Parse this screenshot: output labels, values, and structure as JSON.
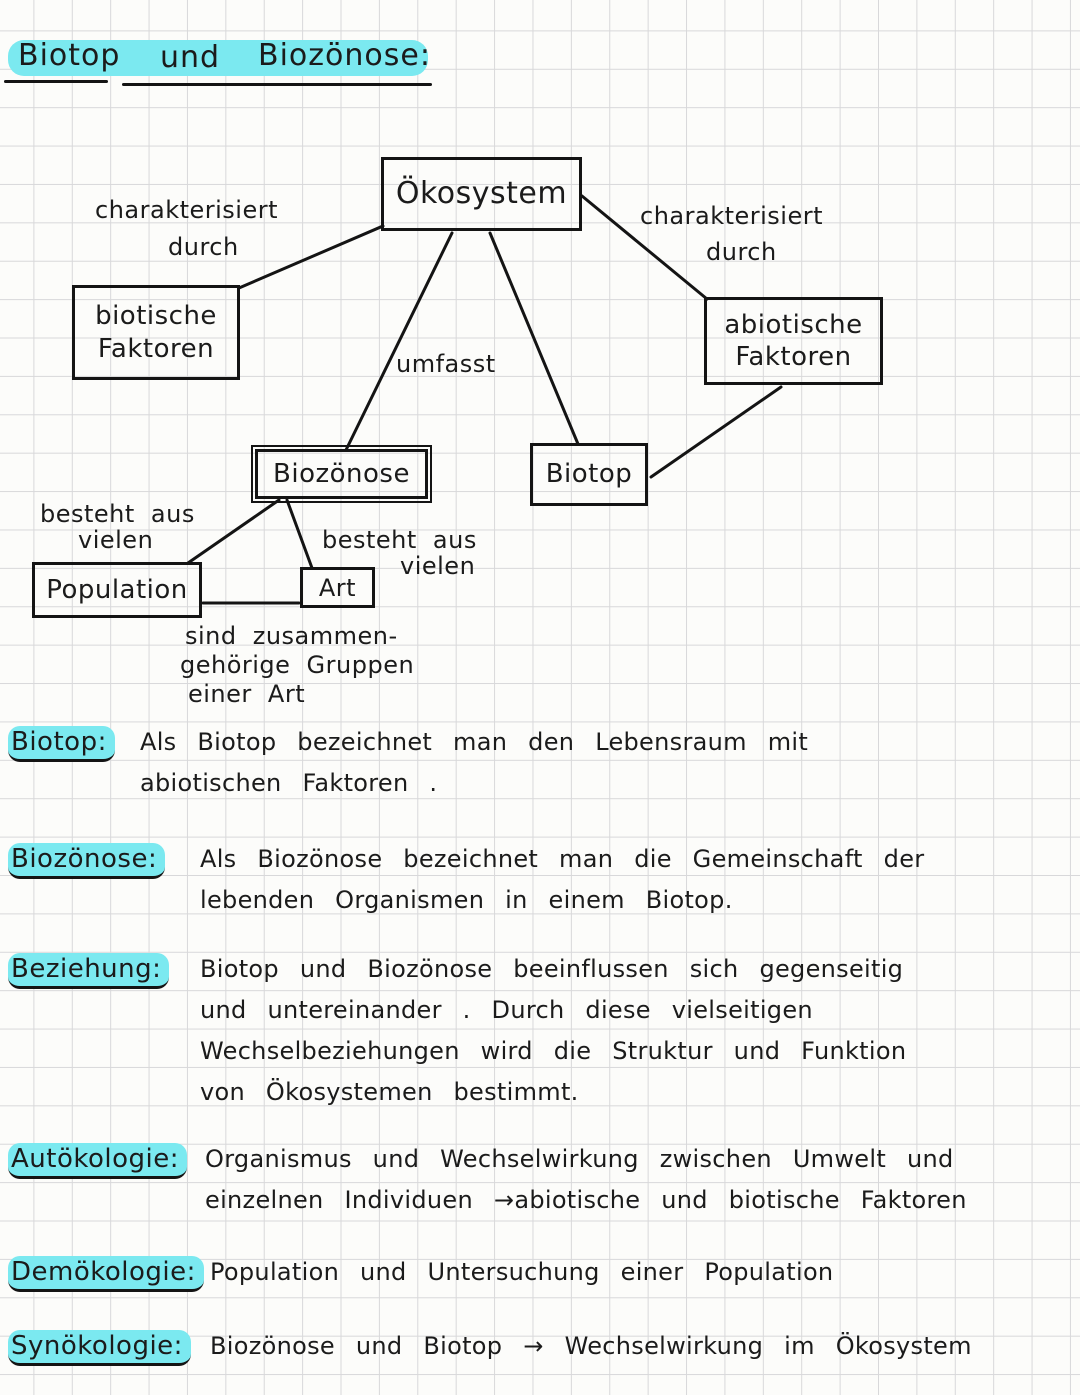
{
  "title": {
    "word1": "Biotop",
    "word2": "und",
    "word3": "Biozönose:"
  },
  "accent_colors": {
    "highlight": "#7be9f0",
    "ink": "#1b1b1b"
  },
  "diagram": {
    "nodes": {
      "okosystem": "Ökosystem",
      "biotische_line1": "biotische",
      "biotische_line2": "Faktoren",
      "abiotische_line1": "abiotische",
      "abiotische_line2": "Faktoren",
      "biozonose": "Biozönose",
      "biotop": "Biotop",
      "population": "Population",
      "art": "Art"
    },
    "edge_labels": {
      "char_left_line1": "charakterisiert",
      "char_left_line2": "durch",
      "char_right_line1": "charakterisiert",
      "char_right_line2": "durch",
      "umfasst": "umfasst",
      "besteht_left_line1": "besteht aus",
      "besteht_left_line2": "vielen",
      "besteht_right_line1": "besteht aus",
      "besteht_right_line2": "vielen",
      "sind_line1": "sind zusammen-",
      "sind_line2": "gehörige Gruppen",
      "sind_line3": "einer Art"
    }
  },
  "sections": [
    {
      "term": "Biotop:",
      "lines": [
        "Als Biotop bezeichnet man den Lebensraum mit",
        "abiotischen Faktoren ."
      ]
    },
    {
      "term": "Biozönose:",
      "lines": [
        "Als Biozönose bezeichnet man die Gemeinschaft der",
        "lebenden Organismen in einem Biotop."
      ]
    },
    {
      "term": "Beziehung:",
      "lines": [
        "Biotop und Biozönose beeinflussen sich gegenseitig",
        "und untereinander . Durch diese vielseitigen",
        "Wechselbeziehungen wird die Struktur und Funktion",
        "von Ökosystemen bestimmt."
      ]
    },
    {
      "term": "Autökologie:",
      "lines": [
        "Organismus und Wechselwirkung zwischen Umwelt und",
        "einzelnen Individuen →abiotische und biotische Faktoren"
      ]
    },
    {
      "term": "Demökologie:",
      "lines": [
        "Population und Untersuchung einer Population"
      ]
    },
    {
      "term": "Synökologie:",
      "lines": [
        "Biozönose und Biotop → Wechselwirkung im Ökosystem"
      ]
    }
  ]
}
